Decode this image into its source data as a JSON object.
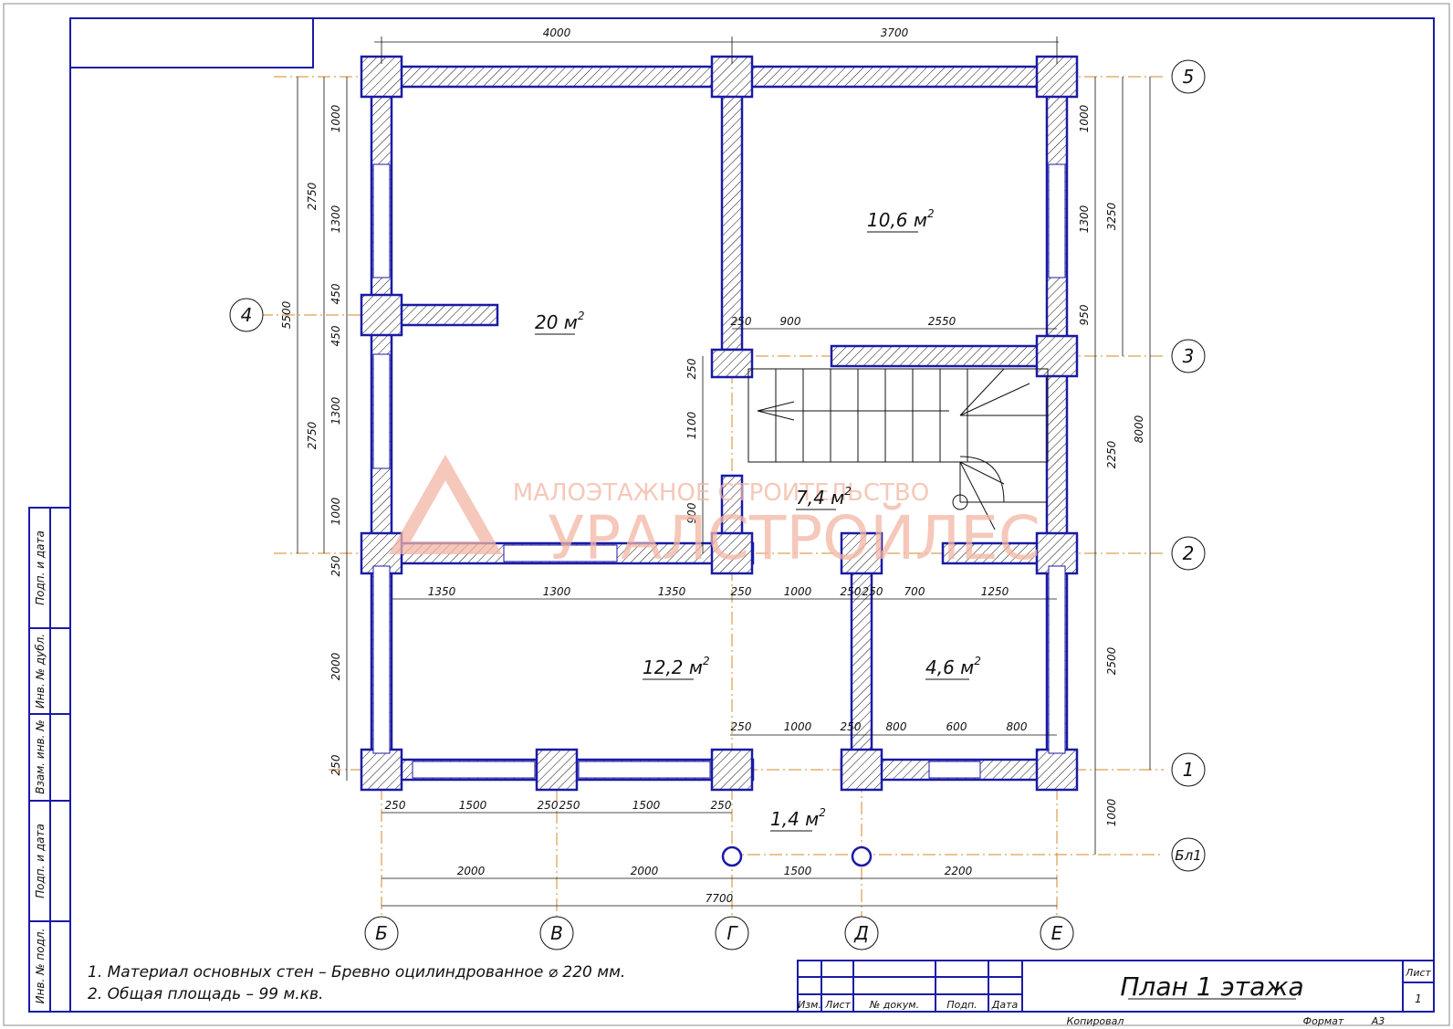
{
  "dimensions": {
    "top": [
      "4000",
      "3700"
    ],
    "left": [
      "1000",
      "1300",
      "450",
      "450",
      "1300",
      "1000",
      "250",
      "2000",
      "250"
    ],
    "left_outer": [
      "2750",
      "2750",
      "5500"
    ],
    "right": [
      "1000",
      "1300",
      "950",
      "2500",
      "1000"
    ],
    "right_outer": [
      "3250",
      "2250",
      "8000"
    ],
    "stair_top": [
      "250",
      "900",
      "2550"
    ],
    "stair_left": [
      "250",
      "1100",
      "900"
    ],
    "mid_row": [
      "1350",
      "1300",
      "1350",
      "250",
      "1000",
      "250",
      "250",
      "700",
      "1250"
    ],
    "low_row": [
      "250",
      "1000",
      "250",
      "800",
      "600",
      "800"
    ],
    "porch_row": [
      "250",
      "1500",
      "250",
      "250",
      "1500",
      "250"
    ],
    "axis_row": [
      "2000",
      "2000",
      "1500",
      "2200"
    ],
    "total": "7700"
  },
  "axes": {
    "rows": [
      "5",
      "4",
      "3",
      "2",
      "1",
      "Бл1"
    ],
    "cols": [
      "Б",
      "В",
      "Г",
      "Д",
      "Е"
    ]
  },
  "rooms": [
    {
      "area": "20 м",
      "sup": "2"
    },
    {
      "area": "10,6 м",
      "sup": "2"
    },
    {
      "area": "7,4 м",
      "sup": "2"
    },
    {
      "area": "12,2 м",
      "sup": "2"
    },
    {
      "area": "4,6 м",
      "sup": "2"
    },
    {
      "area": "1,4 м",
      "sup": "2"
    }
  ],
  "watermark": {
    "line1": "МАЛОЭТАЖНОЕ СТРОИТЕЛЬСТВО",
    "line2": "УРАЛСТРОЙЛЕС"
  },
  "side_stamp": [
    "Подп. и дата",
    "Инв. № дубл.",
    "Взам. инв. №",
    "Подп. и дата",
    "Инв. № подл."
  ],
  "notes": [
    "1. Материал основных стен – Бревно оцилиндрованное ⌀ 220 мм.",
    "2. Общая площадь – 99 м.кв."
  ],
  "title_block": {
    "headers": [
      "Изм.",
      "Лист",
      "№ докум.",
      "Подп.",
      "Дата"
    ],
    "title": "План 1 этажа",
    "sheet_label": "Лист",
    "sheet_number": "1",
    "copied": "Копировал",
    "format_label": "Формат",
    "format_value": "А3"
  },
  "colors": {
    "wall_outline": "#1a1aa6",
    "axis_line": "#d08a2a",
    "watermark": "#f2b6a4"
  }
}
